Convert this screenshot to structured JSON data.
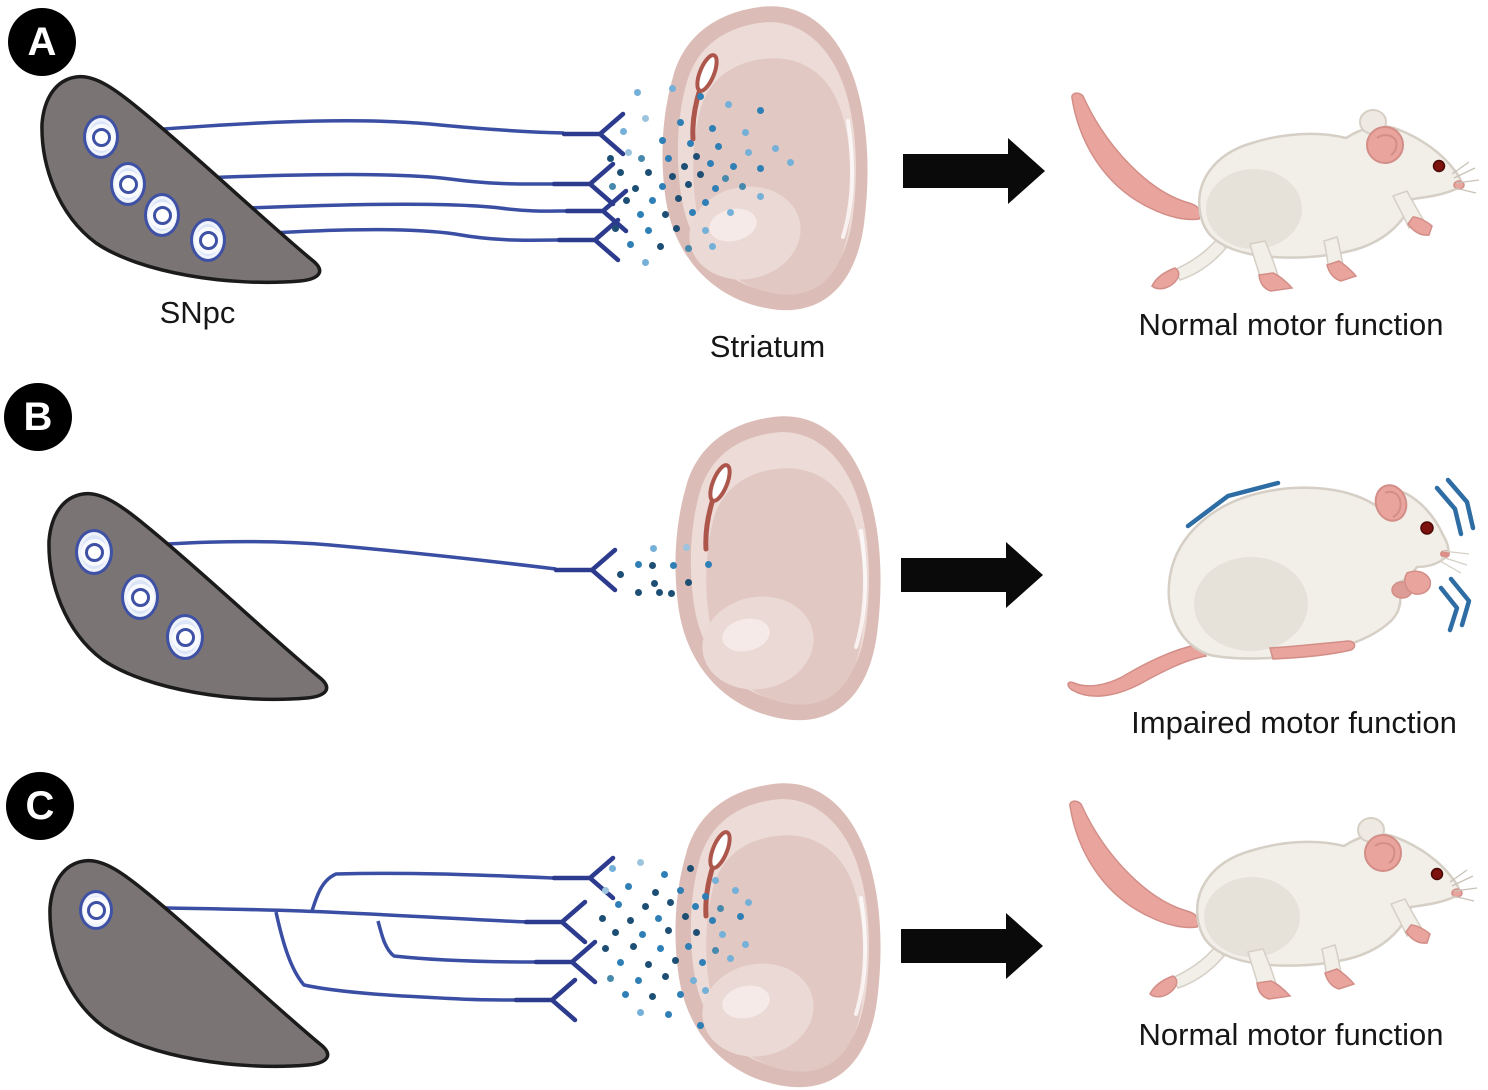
{
  "figure": {
    "title": "Nigrostriatal dopaminergic pathway and motor outcome diagram",
    "colors": {
      "snpc_gray": "#7b7474",
      "snpc_outline": "#1b1b1b",
      "axon_blue": "#3a4ea3",
      "terminal_blue": "#2c3b8e",
      "neuron_fill": "#dce5f7",
      "neuron_ring": "#3f51a5",
      "striatum_rim": "#dcbcb6",
      "striatum_band": "#ecdbd7",
      "striatum_inner": "#e2c8c3",
      "striatum_patch": "#ebd9d5",
      "striatum_patch_light": "#f5eae7",
      "vessel_red": "#ad564c",
      "arrow_black": "#0a0a0a",
      "mouse_body": "#f2efe9",
      "mouse_shade": "#e7e2d9",
      "mouse_outline": "#d5cfc5",
      "mouse_pink": "#e8a49d",
      "mouse_pink_dark": "#d28e87",
      "eye_red": "#7e120e",
      "tremor_blue": "#2e6da4",
      "label_text": "#161616",
      "badge_bg": "#000000",
      "badge_text": "#ffffff"
    },
    "dot_palette": [
      "#74b0d7",
      "#2d7fb5",
      "#1d4e74",
      "#4788ad",
      "#9cc4de",
      "#155a84"
    ],
    "panels": [
      {
        "badge": "A",
        "snpc_label": "SNpc",
        "striatum_label": "Striatum",
        "outcome_label": "Normal motor function",
        "mouse": "walking",
        "neurons": [
          [
            98,
            134,
            30,
            38
          ],
          [
            125,
            181,
            30,
            38
          ],
          [
            159,
            212,
            30,
            38
          ],
          [
            205,
            237,
            30,
            38
          ]
        ],
        "dots": [
          [
            637,
            92,
            0
          ],
          [
            672,
            88,
            0
          ],
          [
            700,
            96,
            1
          ],
          [
            728,
            104,
            0
          ],
          [
            760,
            110,
            1
          ],
          [
            645,
            118,
            4
          ],
          [
            623,
            131,
            0
          ],
          [
            680,
            122,
            1
          ],
          [
            712,
            128,
            1
          ],
          [
            745,
            132,
            0
          ],
          [
            662,
            140,
            1
          ],
          [
            690,
            143,
            1
          ],
          [
            718,
            146,
            1
          ],
          [
            748,
            152,
            0
          ],
          [
            775,
            148,
            0
          ],
          [
            628,
            152,
            4
          ],
          [
            610,
            158,
            2
          ],
          [
            641,
            158,
            3
          ],
          [
            668,
            158,
            1
          ],
          [
            696,
            156,
            2
          ],
          [
            684,
            166,
            2
          ],
          [
            710,
            163,
            1
          ],
          [
            733,
            166,
            1
          ],
          [
            760,
            168,
            1
          ],
          [
            790,
            162,
            0
          ],
          [
            620,
            172,
            2
          ],
          [
            648,
            172,
            2
          ],
          [
            672,
            176,
            2
          ],
          [
            700,
            174,
            2
          ],
          [
            725,
            178,
            3
          ],
          [
            612,
            186,
            3
          ],
          [
            635,
            188,
            2
          ],
          [
            662,
            186,
            1
          ],
          [
            688,
            184,
            2
          ],
          [
            715,
            188,
            1
          ],
          [
            742,
            186,
            3
          ],
          [
            626,
            200,
            2
          ],
          [
            652,
            200,
            1
          ],
          [
            678,
            198,
            2
          ],
          [
            705,
            202,
            1
          ],
          [
            760,
            196,
            0
          ],
          [
            640,
            214,
            1
          ],
          [
            665,
            214,
            2
          ],
          [
            692,
            212,
            1
          ],
          [
            730,
            212,
            0
          ],
          [
            615,
            228,
            2
          ],
          [
            648,
            230,
            1
          ],
          [
            676,
            228,
            2
          ],
          [
            705,
            230,
            0
          ],
          [
            630,
            244,
            1
          ],
          [
            660,
            246,
            2
          ],
          [
            688,
            248,
            3
          ],
          [
            712,
            246,
            0
          ],
          [
            645,
            262,
            0
          ]
        ]
      },
      {
        "badge": "B",
        "outcome_label": "Impaired motor function",
        "mouse": "sitting-tremor",
        "neurons": [
          [
            91,
            549,
            32,
            40
          ],
          [
            137,
            594,
            32,
            40
          ],
          [
            182,
            634,
            32,
            40
          ]
        ],
        "dots": [
          [
            620,
            574,
            2
          ],
          [
            638,
            564,
            1
          ],
          [
            653,
            548,
            0
          ],
          [
            652,
            565,
            2
          ],
          [
            654,
            583,
            2
          ],
          [
            638,
            592,
            2
          ],
          [
            659,
            592,
            2
          ],
          [
            671,
            593,
            2
          ],
          [
            673,
            565,
            1
          ],
          [
            686,
            547,
            4
          ],
          [
            688,
            582,
            2
          ],
          [
            708,
            564,
            1
          ]
        ]
      },
      {
        "badge": "C",
        "outcome_label": "Normal motor function",
        "mouse": "walking",
        "neurons": [
          [
            93,
            907,
            28,
            34
          ]
        ],
        "dots": [
          [
            612,
            868,
            0
          ],
          [
            640,
            862,
            4
          ],
          [
            664,
            874,
            1
          ],
          [
            690,
            868,
            2
          ],
          [
            715,
            880,
            0
          ],
          [
            605,
            890,
            4
          ],
          [
            628,
            886,
            1
          ],
          [
            655,
            892,
            2
          ],
          [
            680,
            890,
            1
          ],
          [
            705,
            896,
            1
          ],
          [
            735,
            890,
            0
          ],
          [
            618,
            904,
            1
          ],
          [
            645,
            906,
            2
          ],
          [
            670,
            902,
            2
          ],
          [
            695,
            906,
            1
          ],
          [
            720,
            908,
            3
          ],
          [
            748,
            902,
            0
          ],
          [
            602,
            918,
            2
          ],
          [
            630,
            920,
            2
          ],
          [
            658,
            918,
            1
          ],
          [
            685,
            916,
            2
          ],
          [
            712,
            920,
            1
          ],
          [
            740,
            916,
            1
          ],
          [
            615,
            932,
            2
          ],
          [
            642,
            934,
            1
          ],
          [
            668,
            930,
            2
          ],
          [
            696,
            932,
            2
          ],
          [
            722,
            934,
            0
          ],
          [
            605,
            948,
            2
          ],
          [
            633,
            946,
            2
          ],
          [
            660,
            948,
            1
          ],
          [
            688,
            946,
            1
          ],
          [
            715,
            950,
            3
          ],
          [
            745,
            944,
            0
          ],
          [
            620,
            962,
            1
          ],
          [
            648,
            964,
            2
          ],
          [
            675,
            960,
            2
          ],
          [
            702,
            962,
            1
          ],
          [
            730,
            958,
            0
          ],
          [
            610,
            978,
            3
          ],
          [
            638,
            980,
            1
          ],
          [
            665,
            976,
            2
          ],
          [
            693,
            980,
            0
          ],
          [
            625,
            994,
            1
          ],
          [
            652,
            996,
            2
          ],
          [
            680,
            994,
            1
          ],
          [
            705,
            990,
            0
          ],
          [
            640,
            1012,
            0
          ],
          [
            668,
            1014,
            1
          ],
          [
            700,
            1025,
            1
          ]
        ]
      }
    ]
  }
}
